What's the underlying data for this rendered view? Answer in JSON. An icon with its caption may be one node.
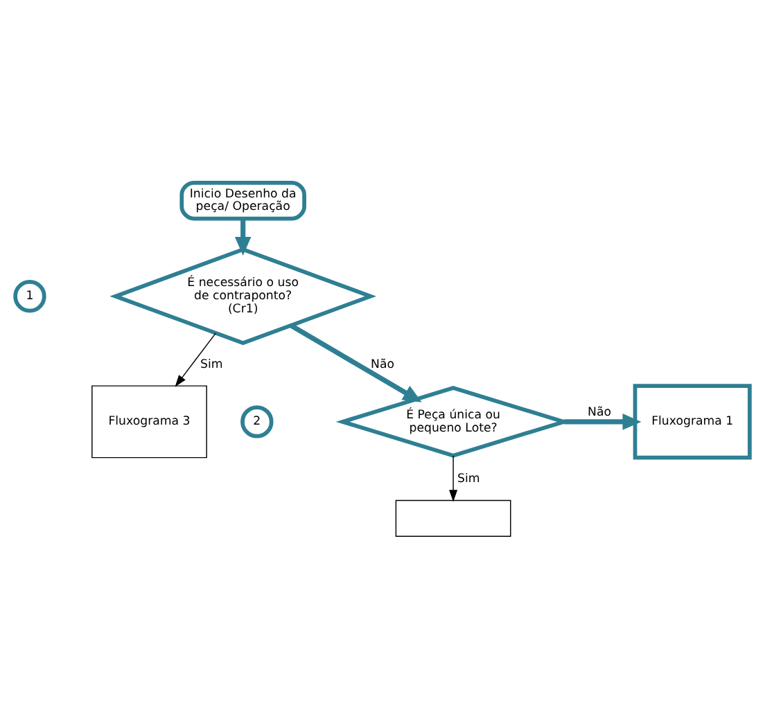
{
  "diagram": {
    "nodes": [
      {
        "text": [
          "Inicio Desenho da peça/ Operação"
        ]
      },
      {
        "text": [
          "1"
        ]
      },
      {
        "text": [
          "É necessário o uso de contraponto? (Cr1)"
        ]
      },
      {
        "text": [
          "Fluxograma 3"
        ]
      },
      {
        "text": [
          "2"
        ]
      },
      {
        "text": [
          "É Peça única ou pequeno Lote?"
        ]
      },
      {
        "text": [
          "Fluxograma 1"
        ]
      },
      {
        "text": [],
        "shape": "box"
      }
    ],
    "edges": [
      {
        "from": 0,
        "to": 2,
        "arrow": "to"
      },
      {
        "from": 2,
        "to": 3,
        "arrow": "to",
        "label": "Sim",
        "color": "#000000"
      },
      {
        "from": 2,
        "to": 5,
        "arrow": "to",
        "label": "Não"
      },
      {
        "from": 5,
        "to": 6,
        "arrow": "to",
        "label": "Não"
      },
      {
        "from": 5,
        "to": 7,
        "arrow": "to",
        "label": "Sim",
        "color": "#000000"
      }
    ]
  }
}
